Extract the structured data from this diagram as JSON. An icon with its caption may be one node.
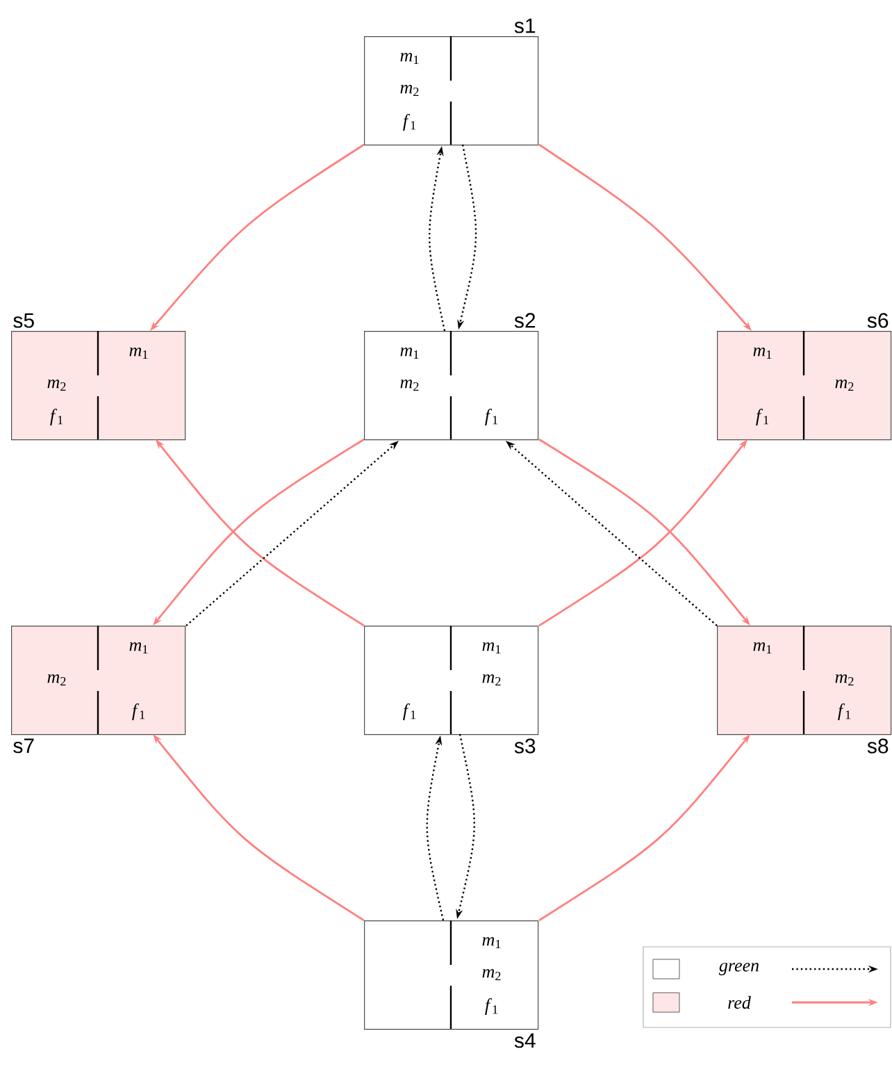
{
  "diagram": {
    "nodes": [
      {
        "text": [
          "*m*$_{1}$",
          "*m*$_{2}$",
          "*f*$_{1}$"
        ],
        "beside": [
          "s1"
        ]
      },
      {
        "text": [
          "*m*$_{1}$",
          "*m*$_{2}$",
          "*f*$_{1}$"
        ],
        "beside": [
          "s5"
        ]
      },
      {
        "text": [
          "*m*$_{1}$",
          "*m*$_{2}$",
          "*f*$_{1}$"
        ],
        "beside": [
          "s2"
        ]
      },
      {
        "text": [
          "*m*$_{1}$",
          "*m*$_{2}$",
          "*f*$_{1}$"
        ],
        "beside": [
          "s6"
        ]
      },
      {
        "text": [
          "*m*$_{1}$",
          "*m*$_{2}$",
          "*f*$_{1}$"
        ],
        "beside": [
          "s7"
        ]
      },
      {
        "text": [
          "*m*$_{1}$",
          "*m*$_{2}$",
          "*f*$_{1}$"
        ],
        "beside": [
          "s3"
        ]
      },
      {
        "text": [
          "*m*$_{1}$",
          "*m*$_{2}$",
          "*f*$_{1}$"
        ],
        "beside": [
          "s8"
        ]
      },
      {
        "text": [
          "*m*$_{1}$",
          "*m*$_{2}$",
          "*f*$_{1}$"
        ],
        "beside": [
          "s4"
        ]
      }
    ],
    "edges": [
      {
        "from": 0,
        "to": 1,
        "arrow": "to"
      },
      {
        "from": 0,
        "to": 3,
        "arrow": "to"
      },
      {
        "from": 2,
        "to": 4,
        "arrow": "to"
      },
      {
        "from": 2,
        "to": 6,
        "arrow": "to"
      },
      {
        "from": 5,
        "to": 1,
        "arrow": "to"
      },
      {
        "from": 5,
        "to": 3,
        "arrow": "to"
      },
      {
        "from": 7,
        "to": 4,
        "arrow": "to"
      },
      {
        "from": 7,
        "to": 6,
        "arrow": "to"
      },
      {
        "from": 2,
        "to": 0,
        "arrow": "to",
        "style": "dashed",
        "color": "#000000"
      },
      {
        "from": 0,
        "to": 2,
        "arrow": "to",
        "style": "dashed",
        "color": "#000000"
      },
      {
        "from": 4,
        "to": 2,
        "arrow": "to",
        "style": "dashed",
        "color": "#000000"
      },
      {
        "from": 6,
        "to": 2,
        "arrow": "to",
        "style": "dashed",
        "color": "#000000"
      },
      {
        "from": 7,
        "to": 5,
        "arrow": "to",
        "style": "dashed",
        "color": "#000000"
      },
      {
        "from": 5,
        "to": 7,
        "arrow": "to",
        "style": "dashed",
        "color": "#000000"
      }
    ],
    "legend": [
      {
        "text": "green"
      },
      {
        "text": "red",
        "color": "#ffe6e6"
      }
    ]
  }
}
